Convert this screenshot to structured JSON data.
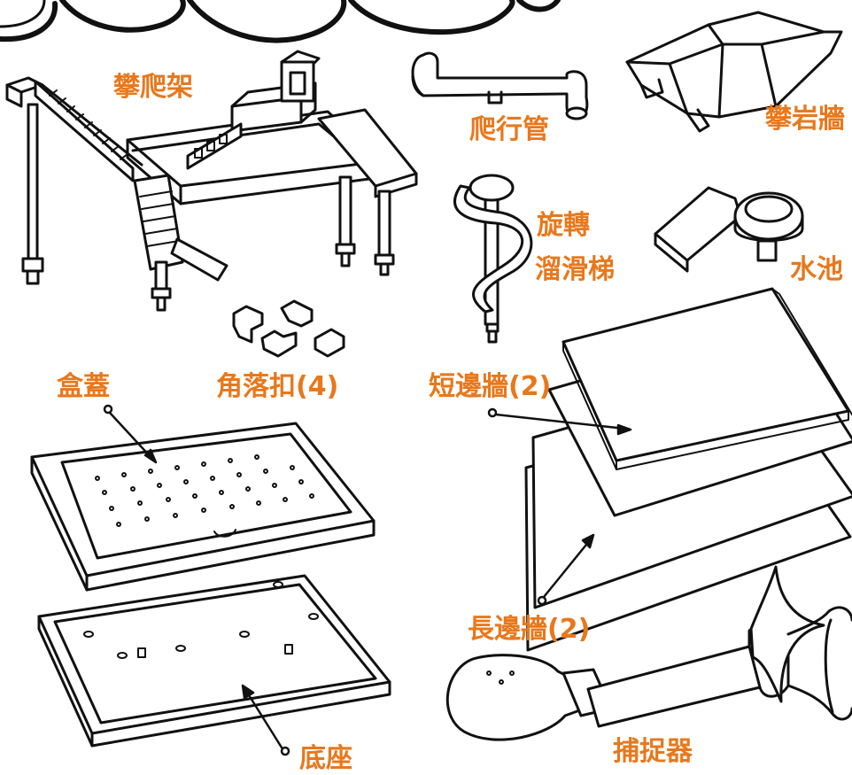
{
  "colors": {
    "label": "#e8781c",
    "outline": "#111111",
    "fill": "#ffffff"
  },
  "labels": {
    "climbing_frame": "攀爬架",
    "crawl_tube": "爬行管",
    "rock_wall": "攀岩牆",
    "spiral_slide_1": "旋轉",
    "spiral_slide_2": "溜滑梯",
    "pool": "水池",
    "corner_clips": "角落扣(4)",
    "lid": "盒蓋",
    "short_walls": "短邊牆(2)",
    "long_walls": "長邊牆(2)",
    "base": "底座",
    "catcher": "捕捉器"
  }
}
